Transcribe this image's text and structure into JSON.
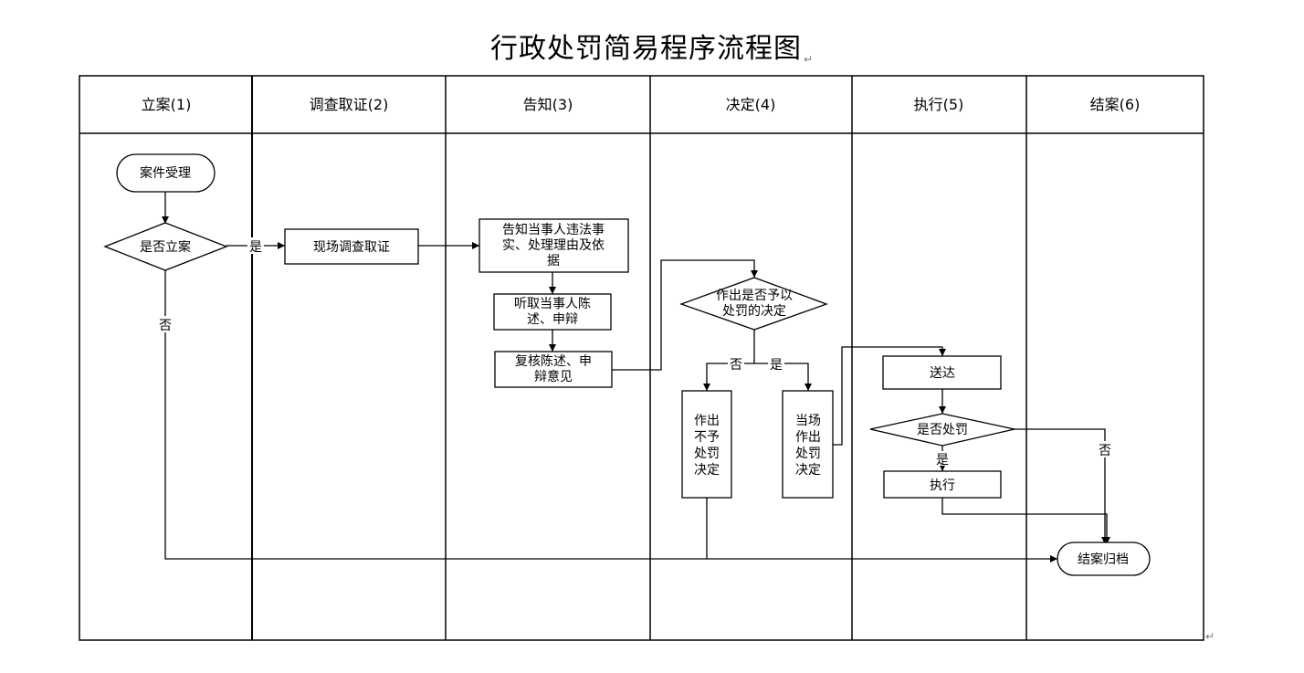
{
  "title": "行政处罚简易程序流程图",
  "paragraph_mark": "↵",
  "lanes": [
    {
      "label": "立案(1)"
    },
    {
      "label": "调查取证(2)"
    },
    {
      "label": "告知(3)"
    },
    {
      "label": "决定(4)"
    },
    {
      "label": "执行(5)"
    },
    {
      "label": "结案(6)"
    }
  ],
  "nodes": {
    "case_accept": {
      "lines": [
        "案件受理"
      ]
    },
    "file_case": {
      "lines": [
        "是否立案"
      ]
    },
    "onsite_investigate": {
      "lines": [
        "现场调查取证"
      ]
    },
    "notify": {
      "lines": [
        "告知当事人违法事",
        "实、处理理由及依",
        "据"
      ]
    },
    "hear": {
      "lines": [
        "听取当事人陈",
        "述、申辩"
      ]
    },
    "review": {
      "lines": [
        "复核陈述、申",
        "辩意见"
      ]
    },
    "decide_punish": {
      "lines": [
        "作出是否予以",
        "处罚的决定"
      ]
    },
    "no_punish": {
      "lines": [
        "作出",
        "不予",
        "处罚",
        "决定"
      ]
    },
    "onsite_decision": {
      "lines": [
        "当场",
        "作出",
        "处罚",
        "决定"
      ]
    },
    "deliver": {
      "lines": [
        "送达"
      ]
    },
    "whether_punish": {
      "lines": [
        "是否处罚"
      ]
    },
    "execute": {
      "lines": [
        "执行"
      ]
    },
    "close_archive": {
      "lines": [
        "结案归档"
      ]
    }
  },
  "edge_labels": {
    "file_yes": "是",
    "file_no": "否",
    "decide_no": "否",
    "decide_yes": "是",
    "punish_yes": "是",
    "punish_no": "否"
  }
}
